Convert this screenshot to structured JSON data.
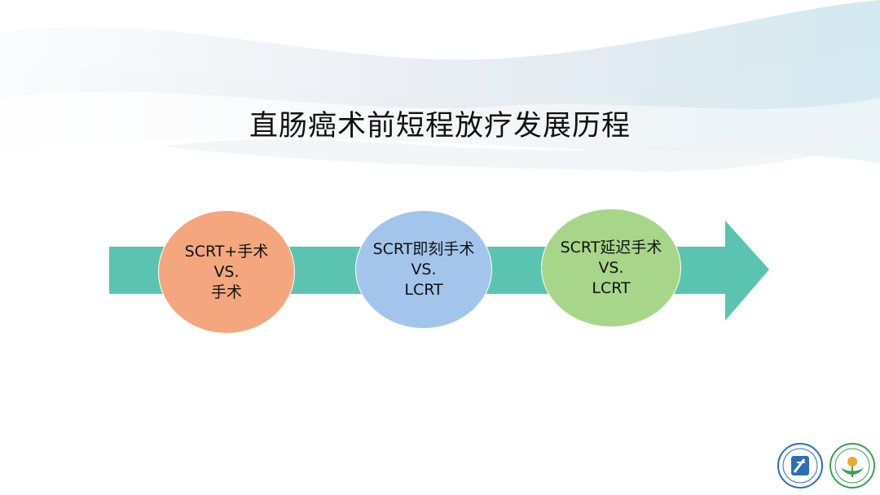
{
  "slide": {
    "title": "直肠癌术前短程放疗发展历程"
  },
  "timeline": {
    "arrow_color": "#5bc4b0",
    "nodes": [
      {
        "line1": "SCRT+手术",
        "line2": "VS.",
        "line3": "手术",
        "color": "#f4a77f"
      },
      {
        "line1": "SCRT即刻手术",
        "line2": "VS.",
        "line3": "LCRT",
        "color": "#a3c5ec"
      },
      {
        "line1": "SCRT延迟手术",
        "line2": "VS.",
        "line3": "LCRT",
        "color": "#a7d68a"
      }
    ]
  },
  "logos": [
    {
      "icon": "hospital-logo-left"
    },
    {
      "icon": "hospital-logo-right"
    }
  ]
}
